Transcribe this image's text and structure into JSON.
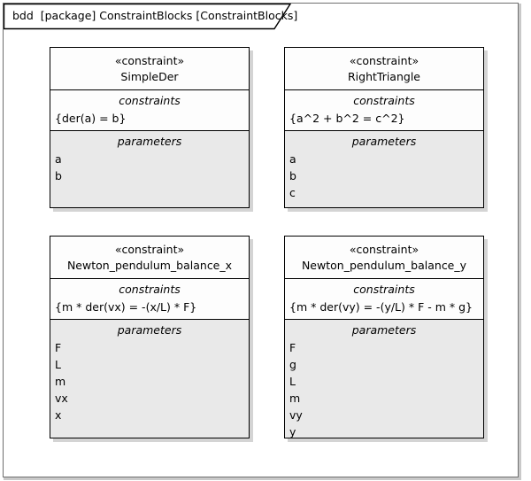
{
  "frame": {
    "kind": "bdd",
    "scope": "[package]",
    "name": "ConstraintBlocks",
    "label": "[ConstraintBlocks]",
    "header_text": "bdd  [package] ConstraintBlocks [ConstraintBlocks]"
  },
  "blocks": [
    {
      "stereotype": "«constraint»",
      "name": "SimpleDer",
      "constraints_label": "constraints",
      "constraints": [
        "{der(a) = b}"
      ],
      "parameters_label": "parameters",
      "parameters": [
        "a",
        "b"
      ]
    },
    {
      "stereotype": "«constraint»",
      "name": "RightTriangle",
      "constraints_label": "constraints",
      "constraints": [
        "{a^2 + b^2 = c^2}"
      ],
      "parameters_label": "parameters",
      "parameters": [
        "a",
        "b",
        "c"
      ]
    },
    {
      "stereotype": "«constraint»",
      "name": "Newton_pendulum_balance_x",
      "constraints_label": "constraints",
      "constraints": [
        "{m * der(vx) = -(x/L) * F}"
      ],
      "parameters_label": "parameters",
      "parameters": [
        "F",
        "L",
        "m",
        "vx",
        "x"
      ]
    },
    {
      "stereotype": "«constraint»",
      "name": "Newton_pendulum_balance_y",
      "constraints_label": "constraints",
      "constraints": [
        "{m * der(vy) = -(y/L) * F - m * g}"
      ],
      "parameters_label": "parameters",
      "parameters": [
        "F",
        "g",
        "L",
        "m",
        "vy",
        "y"
      ]
    }
  ],
  "colors": {
    "frame_border": "#6f6f6f",
    "block_border": "#000000",
    "block_fill": "#fdfdfd",
    "parameters_fill": "#e9e9e9",
    "shadow": "#d4d4d4",
    "text": "#000000"
  }
}
